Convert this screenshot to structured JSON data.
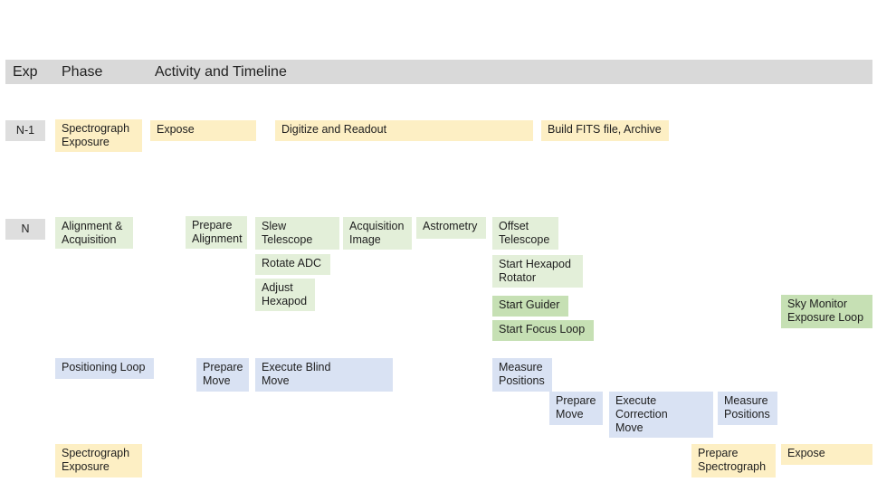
{
  "header": {
    "exp": "Exp",
    "phase": "Phase",
    "activity": "Activity and Timeline"
  },
  "rows": {
    "n_minus_1": "N-1",
    "n": "N"
  },
  "phases": {
    "spectrograph_exposure_prev": "Spectrograph\nExposure",
    "alignment_acquisition": "Alignment &\nAcquisition",
    "positioning_loop": "Positioning Loop",
    "spectrograph_exposure_next": "Spectrograph\nExposure"
  },
  "activities": {
    "expose_prev": "Expose",
    "digitize_readout": "Digitize and Readout",
    "build_fits": "Build FITS file, Archive",
    "prepare_alignment": "Prepare\nAlignment",
    "slew_telescope": "Slew\nTelescope",
    "acquisition_image": "Acquisition\nImage",
    "astrometry": "Astrometry",
    "offset_telescope": "Offset\nTelescope",
    "rotate_adc": "Rotate ADC",
    "start_hexapod_rotator": "Start Hexapod\nRotator",
    "adjust_hexapod": "Adjust\nHexapod",
    "start_guider": "Start Guider",
    "start_focus_loop": "Start Focus Loop",
    "sky_monitor_loop": "Sky Monitor\nExposure Loop",
    "prepare_move": "Prepare\nMove",
    "execute_blind_move": "Execute Blind\nMove",
    "measure_positions_1": "Measure\nPositions",
    "prepare_move_2": "Prepare\nMove",
    "execute_correction_move": "Execute\nCorrection\nMove",
    "measure_positions_2": "Measure\nPositions",
    "prepare_spectrograph": "Prepare\nSpectrograph",
    "expose_next": "Expose"
  },
  "colors": {
    "spectrograph": "#fdefc4",
    "alignment": "#e3efd9",
    "guider": "#c6e0b4",
    "positioning": "#d9e2f3",
    "exp_label": "#dedede",
    "header": "#d9d9d9"
  }
}
